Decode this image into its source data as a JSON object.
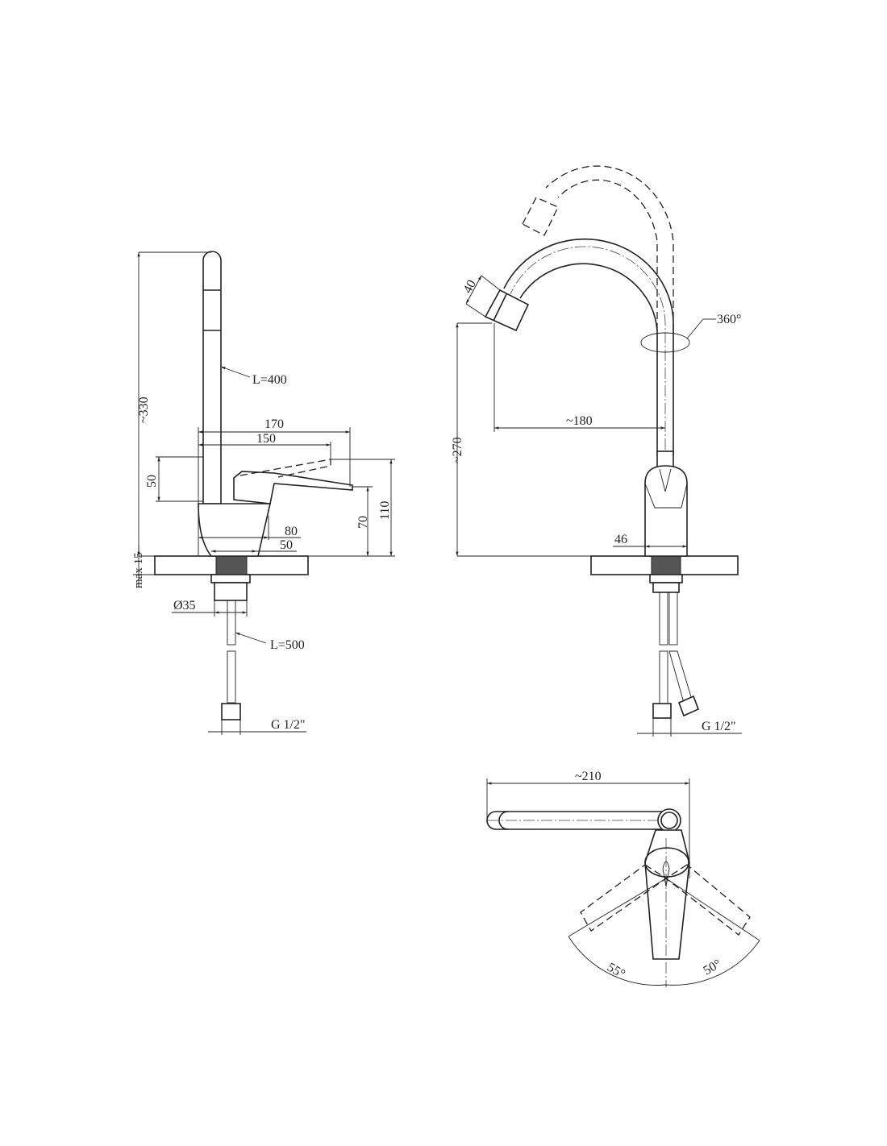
{
  "side_view": {
    "height_label": "~330",
    "spout_length": "L=400",
    "lever_reach_170": "170",
    "lever_reach_150": "150",
    "lever_lift": "50",
    "height_110": "110",
    "height_70": "70",
    "body_80": "80",
    "base_50": "50",
    "max_thickness": "max 15",
    "hole_diameter": "Ø35",
    "hose_length": "L=500",
    "thread": "G 1/2\""
  },
  "front_view": {
    "spout_end": "40",
    "rotation": "360°",
    "reach": "~180",
    "height": "~270",
    "body_width": "46",
    "thread": "G 1/2\""
  },
  "top_view": {
    "reach": "~210",
    "angle_left": "55°",
    "angle_right": "50°"
  }
}
